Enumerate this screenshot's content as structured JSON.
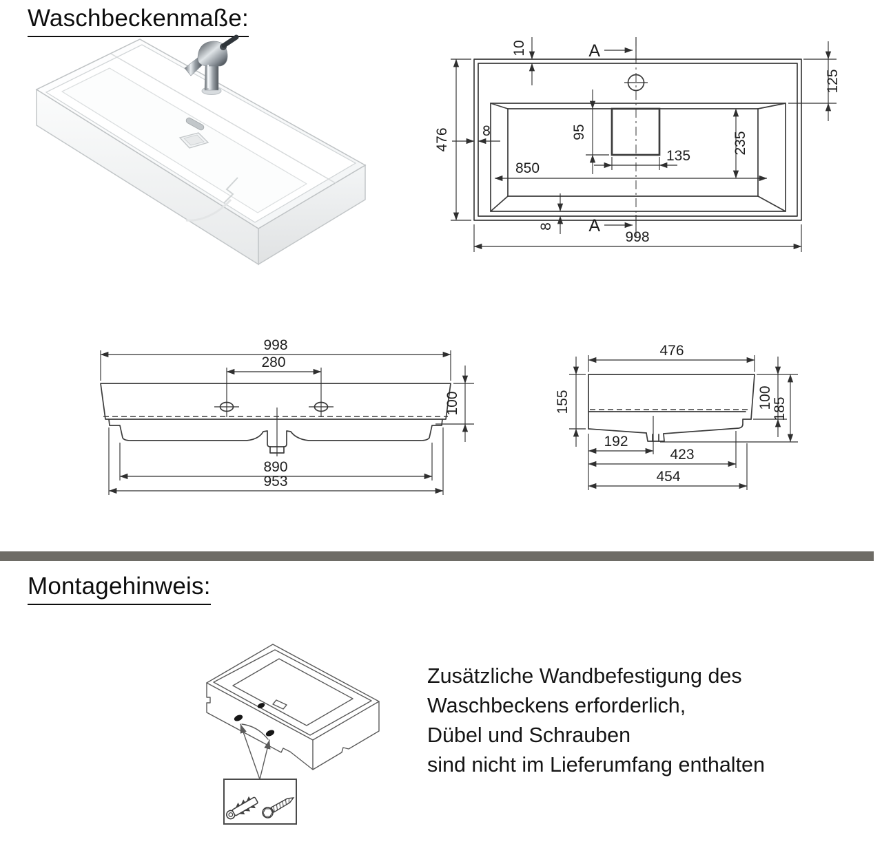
{
  "titles": {
    "main": "Waschbeckenmaße:",
    "mounting": "Montagehinweis:"
  },
  "top_view": {
    "section_label": "A",
    "dims": {
      "rim_top": "10",
      "rim_side": "8",
      "rim_bottom": "8",
      "overall_width": "998",
      "overall_depth": "476",
      "tap_edge": "125",
      "drain_depth": "95",
      "drain_width": "135",
      "basin_depth": "235",
      "basin_width": "850"
    }
  },
  "front_view": {
    "dims": {
      "overall_width": "998",
      "tap_hole_spacing": "280",
      "height": "100",
      "basin_width": "890",
      "base_width": "953"
    }
  },
  "side_view": {
    "dims": {
      "overall_depth": "476",
      "front_height": "155",
      "height": "100",
      "total_height": "185",
      "drain_from_front": "192",
      "inner_depth": "423",
      "base_depth": "454"
    }
  },
  "note": {
    "lines": [
      "Zusätzliche Wandbefestigung des",
      "Waschbeckens erforderlich,",
      "Dübel  und Schrauben",
      "sind nicht im Lieferumfang enthalten"
    ]
  },
  "icons": {
    "anchor": "wall-plug-icon",
    "screw": "screw-icon"
  },
  "colors": {
    "divider": "#6e6c66",
    "line": "#3b3b3b",
    "dim_text": "#1d1d1d"
  }
}
